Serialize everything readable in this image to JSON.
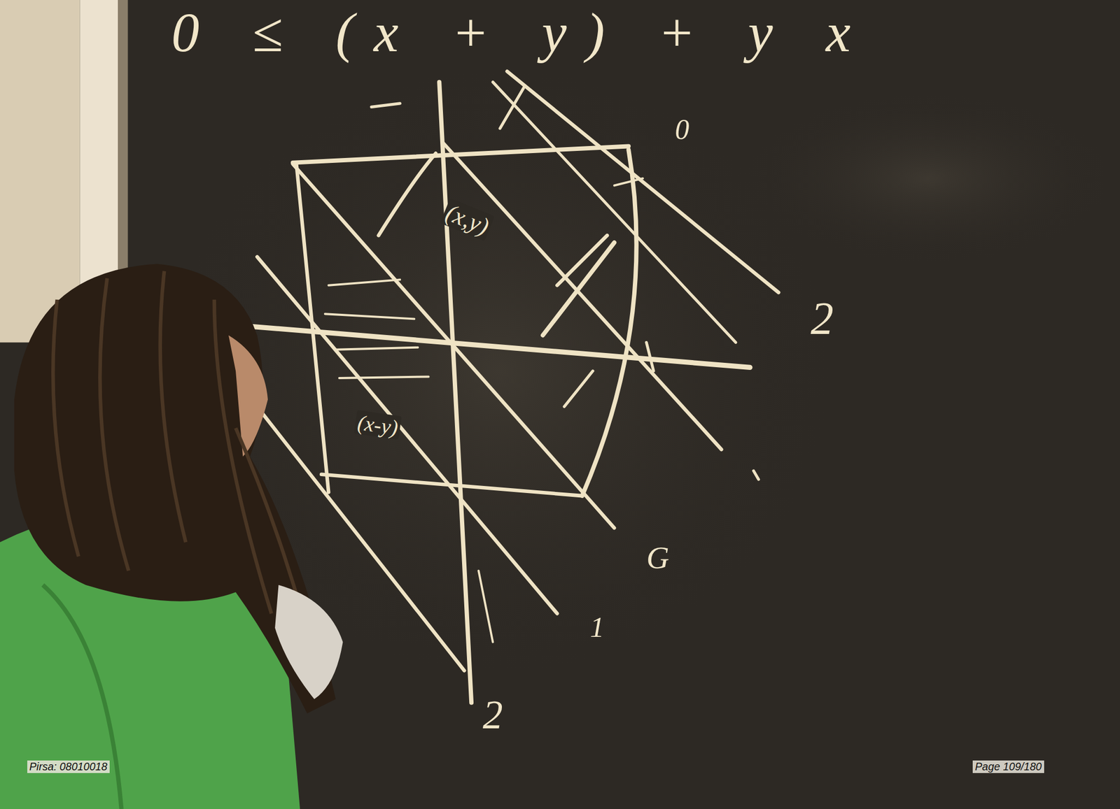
{
  "diagram": {
    "labels": [
      "0 ≤ (x + y) + y x",
      "(x,y)",
      "(x-y)",
      "0",
      "2",
      "G",
      "1",
      "2",
      "Pirsa: 08010018",
      "Page 109/180"
    ]
  }
}
